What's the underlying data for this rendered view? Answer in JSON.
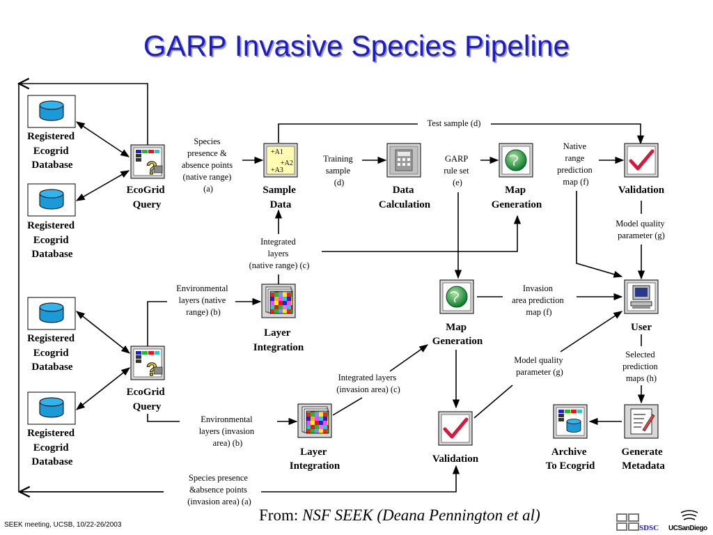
{
  "title": "GARP Invasive Species Pipeline",
  "footer": {
    "meeting": "SEEK meeting, UCSB, 10/22-26/2003",
    "credit_prefix": "From: ",
    "credit_source": "NSF SEEK  (Deana Pennington et al)",
    "logo_sdsc": "SDSC",
    "logo_ucsd": "UCSanDiego"
  },
  "nodes": {
    "db1": [
      "Registered",
      "Ecogrid",
      "Database"
    ],
    "db2": [
      "Registered",
      "Ecogrid",
      "Database"
    ],
    "db3": [
      "Registered",
      "Ecogrid",
      "Database"
    ],
    "db4": [
      "Registered",
      "Ecogrid",
      "Database"
    ],
    "query1": [
      "EcoGrid",
      "Query"
    ],
    "query2": [
      "EcoGrid",
      "Query"
    ],
    "sample_data": [
      "Sample",
      "Data"
    ],
    "data_calc": [
      "Data",
      "Calculation"
    ],
    "map_gen1": [
      "Map",
      "Generation"
    ],
    "validation1": [
      "Validation"
    ],
    "layer_int1": [
      "Layer",
      "Integration"
    ],
    "map_gen2": [
      "Map",
      "Generation"
    ],
    "user": [
      "User"
    ],
    "layer_int2": [
      "Layer",
      "Integration"
    ],
    "validation2": [
      "Validation"
    ],
    "archive": [
      "Archive",
      "To Ecogrid"
    ],
    "gen_meta": [
      "Generate",
      "Metadata"
    ]
  },
  "sample_icon": {
    "a1": "+A1",
    "a2": "+A2",
    "a3": "+A3"
  },
  "flows": {
    "species_native": [
      "Species",
      "presence &",
      "absence points",
      "(native range)",
      "(a)"
    ],
    "training": [
      "Training",
      "sample",
      "(d)"
    ],
    "garp_rule": [
      "GARP",
      "rule set",
      "(e)"
    ],
    "native_pred": [
      "Native",
      "range",
      "prediction",
      "map (f)"
    ],
    "test_sample": [
      "Test sample (d)"
    ],
    "model_quality1": [
      "Model quality",
      "parameter (g)"
    ],
    "int_layers_native": [
      "Integrated",
      "layers",
      "(native range) (c)"
    ],
    "env_native": [
      "Environmental",
      "layers (native",
      "range)  (b)"
    ],
    "invasion_pred": [
      "Invasion",
      "area prediction",
      "map  (f)"
    ],
    "selected_maps": [
      "Selected",
      "prediction",
      "maps  (h)"
    ],
    "model_quality2": [
      "Model quality",
      "parameter (g)"
    ],
    "int_layers_invasion": [
      "Integrated layers",
      "(invasion area) (c)"
    ],
    "env_invasion": [
      "Environmental",
      "layers (invasion",
      "area)  (b)"
    ],
    "species_invasion": [
      "Species presence",
      "&absence points",
      "(invasion area) (a)"
    ]
  }
}
